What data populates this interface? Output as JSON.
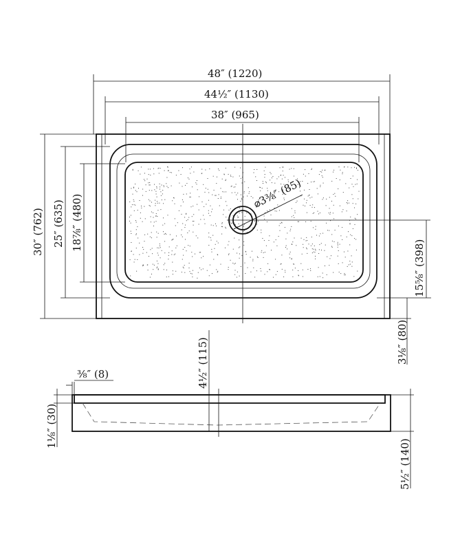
{
  "top_view": {
    "width_overall": "48″ (1220)",
    "width_curb": "44½″ (1130)",
    "width_base": "38″ (965)",
    "depth_overall": "30″ (762)",
    "depth_curb": "25″ (635)",
    "depth_base": "18⅞″ (480)",
    "drain_offset": "15⅝″ (398)",
    "drain_diameter": "⌀3⅜″ (85)",
    "front_curb": "3⅛″ (80)"
  },
  "side_view": {
    "lip": "⅜″ (8)",
    "drain_height": "4½″ (115)",
    "lip_height": "1⅛″ (30)",
    "total_height": "5½″ (140)"
  },
  "colors": {
    "line": "#111111",
    "speckle": "#444444"
  }
}
